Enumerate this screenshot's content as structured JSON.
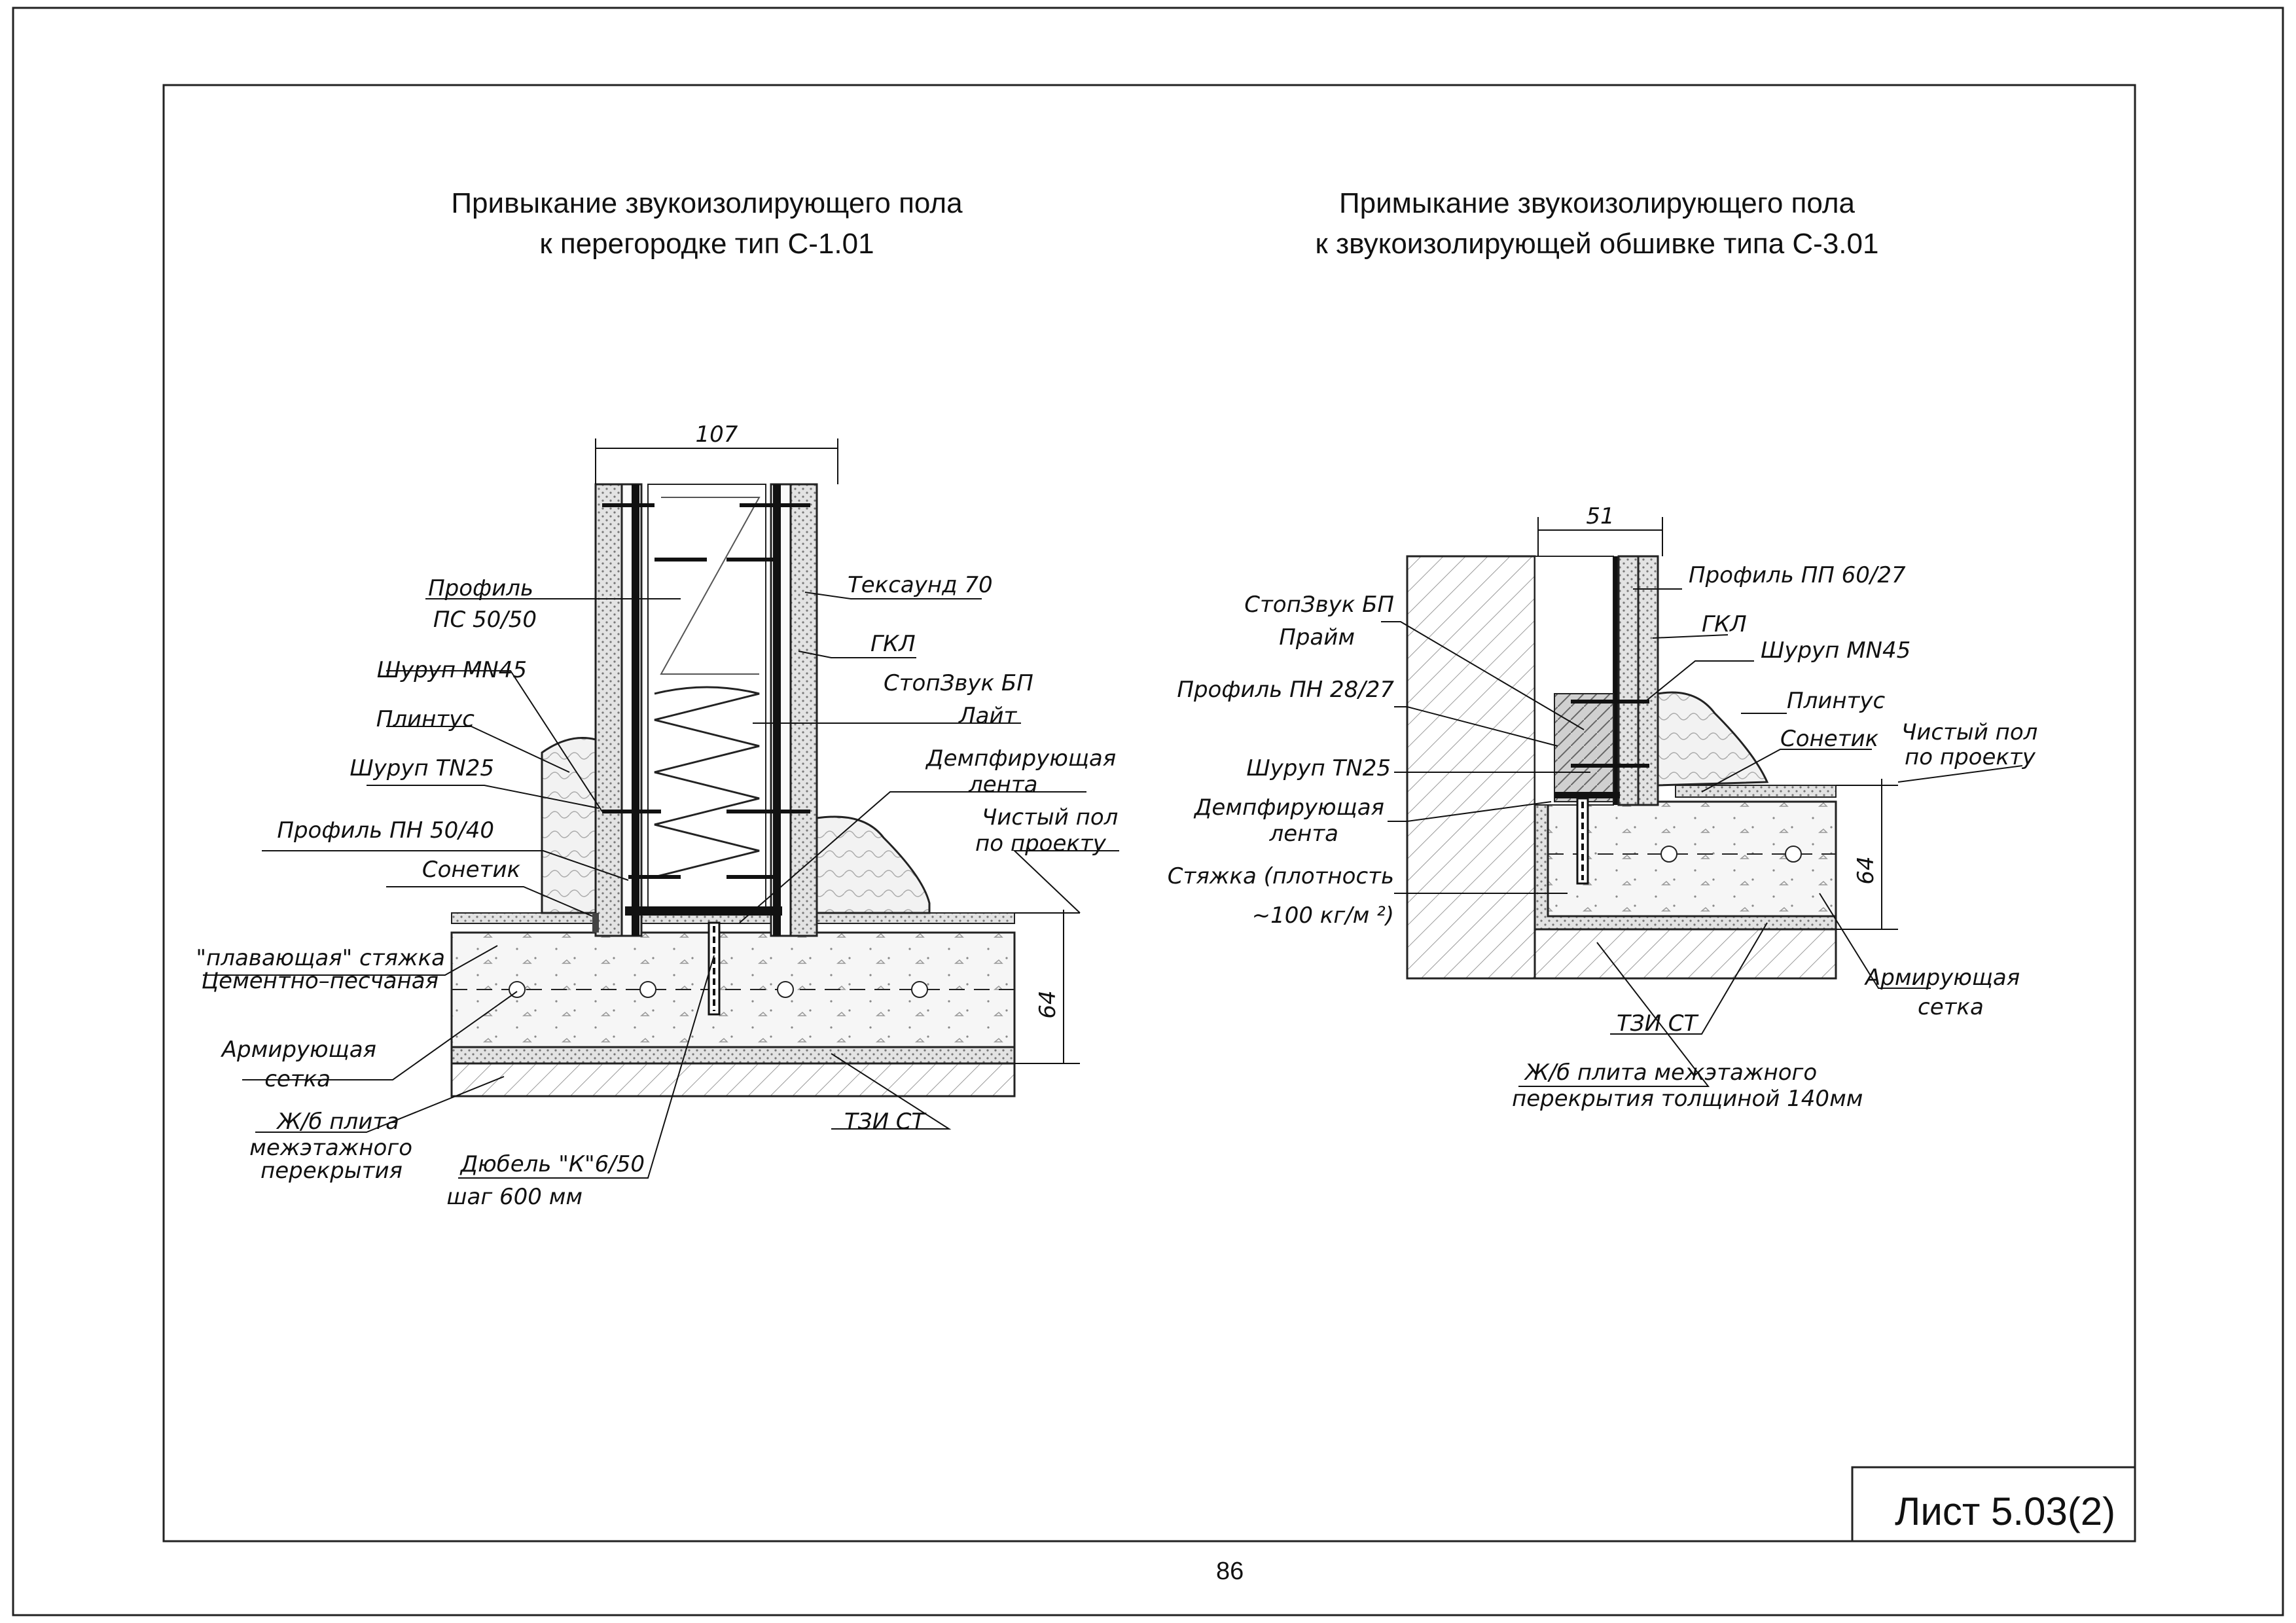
{
  "titles": {
    "left_line1": "Привыкание звукоизолирующего пола",
    "left_line2": "к перегородке тип С-1.01",
    "right_line1": "Примыкание звукоизолирующего пола",
    "right_line2": "к звукоизолирующей обшивке типа С-3.01"
  },
  "left": {
    "dim_width": "107",
    "dim_height": "64",
    "labels": {
      "profile_ps1": "Профиль",
      "profile_ps2": "ПС 50/50",
      "screw_mn45": "Шуруп MN45",
      "plintus": "Плинтус",
      "screw_tn25": "Шуруп TN25",
      "profile_pn": "Профиль ПН 50/40",
      "sonetik": "Сонетик",
      "screed1": "\"плавающая\" стяжка",
      "screed2": "Цементно–песчаная",
      "mesh1": "Армирующая",
      "mesh2": "сетка",
      "slab1": "Ж/б плита",
      "slab2": "межэтажного",
      "slab3": "перекрытия",
      "dowel1": "Дюбель \"К\"6/50",
      "dowel2": "шаг 600 мм",
      "tzi": "ТЗИ СТ",
      "texaund": "Тексаунд 70",
      "gkl": "ГКЛ",
      "stopzvuk1": "СтопЗвук БП",
      "stopzvuk2": "Лайт",
      "damp1": "Демпфирующая",
      "damp2": "лента",
      "clean1": "Чистый пол",
      "clean2": "по проекту"
    }
  },
  "right": {
    "dim_width": "51",
    "dim_height": "64",
    "labels": {
      "stopzvuk1": "СтопЗвук БП",
      "stopzvuk2": "Прайм",
      "profile_pn": "Профиль ПН 28/27",
      "screw_tn25": "Шуруп TN25",
      "damp1": "Демпфирующая",
      "damp2": "лента",
      "screed1": "Стяжка (плотность",
      "screed2": "~100 кг/м ²)",
      "profile_pp": "Профиль ПП 60/27",
      "gkl": "ГКЛ",
      "screw_mn45": "Шуруп MN45",
      "plintus": "Плинтус",
      "sonetik": "Сонетик",
      "clean1": "Чистый пол",
      "clean2": "по проекту",
      "mesh1": "Армирующая",
      "mesh2": "сетка",
      "tzi": "ТЗИ СТ",
      "slab1": "Ж/б плита межэтажного",
      "slab2": "перекрытия толщиной 140мм"
    }
  },
  "sheet_label": "Лист 5.03(2)",
  "page_number": "86"
}
